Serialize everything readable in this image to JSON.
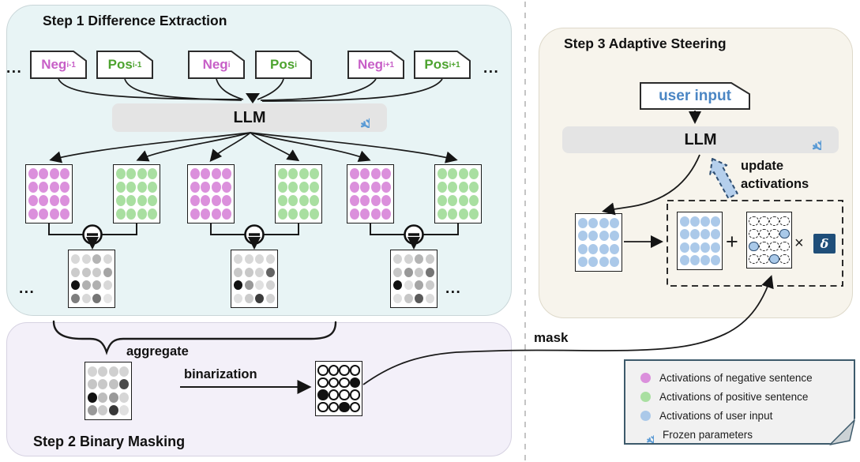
{
  "step1": {
    "title": "Step 1 Difference Extraction",
    "ellipsis": "...",
    "llm_label": "LLM",
    "docs": [
      {
        "prefix": "Neg",
        "sub": "i-1",
        "color": "#c75fc7"
      },
      {
        "prefix": "Pos",
        "sub": "i-1",
        "color": "#4da32f"
      },
      {
        "prefix": "Neg",
        "sub": "i",
        "color": "#c75fc7"
      },
      {
        "prefix": "Pos",
        "sub": "i",
        "color": "#4da32f"
      },
      {
        "prefix": "Neg",
        "sub": "i+1",
        "color": "#c75fc7"
      },
      {
        "prefix": "Pos",
        "sub": "i+1",
        "color": "#4da32f"
      }
    ],
    "matrices": [
      {
        "fill": "#db90dc"
      },
      {
        "fill": "#a9dfa1"
      },
      {
        "fill": "#db90dc"
      },
      {
        "fill": "#a9dfa1"
      },
      {
        "fill": "#db90dc"
      },
      {
        "fill": "#a9dfa1"
      }
    ],
    "diff_matrices": [
      [
        "#d8d8d8",
        "#d8d8d8",
        "#b4b4b4",
        "#d8d8d8",
        "#cbcbcb",
        "#c6c6c6",
        "#cbcbcb",
        "#a5a5a5",
        "#111111",
        "#b0b0b0",
        "#b0b0b0",
        "#d8d8d8",
        "#7e7e7e",
        "#d8d8d8",
        "#757575",
        "#e5e5e5"
      ],
      [
        "#d8d8d8",
        "#d8d8d8",
        "#d8d8d8",
        "#d8d8d8",
        "#c8c8c8",
        "#c8c8c8",
        "#d3d3d3",
        "#646464",
        "#111111",
        "#989898",
        "#e0e0e0",
        "#d3d3d3",
        "#e0e0e0",
        "#cbcbcb",
        "#3c3c3c",
        "#d3d3d3"
      ],
      [
        "#d3d3d3",
        "#d3d3d3",
        "#b4b4b4",
        "#cbcbcb",
        "#c6c6c6",
        "#989898",
        "#c6c6c6",
        "#757575",
        "#111111",
        "#e0e0e0",
        "#a5a5a5",
        "#cbcbcb",
        "#e0e0e0",
        "#c6c6c6",
        "#5a5a5a",
        "#dcdcdc"
      ]
    ]
  },
  "step2": {
    "title": "Step 2 Binary Masking",
    "aggregate_label": "aggregate",
    "binarization_label": "binarization",
    "mask_label": "mask",
    "aggregated_matrix": [
      "#d4d4d4",
      "#cfcfcf",
      "#cfcfcf",
      "#d4d4d4",
      "#c6c6c6",
      "#c9c9c9",
      "#c2c2c2",
      "#4a4a4a",
      "#111111",
      "#bdbdbd",
      "#999999",
      "#d6d6d6",
      "#999999",
      "#cbcbcb",
      "#383838",
      "#e0e0e0"
    ],
    "binary_matrix": [
      "O",
      "O",
      "O",
      "O",
      "O",
      "O",
      "O",
      "X",
      "X",
      "O",
      "O",
      "O",
      "O",
      "O",
      "X",
      "O"
    ]
  },
  "step3": {
    "title": "Step 3 Adaptive Steering",
    "user_input_label": "user input",
    "llm_label": "LLM",
    "update_label_line1": "update",
    "update_label_line2": "activations",
    "plus_sign": "+",
    "times_sign": "×",
    "delta_symbol": "δ",
    "user_matrix": {
      "fill": "#abc9e9"
    },
    "steered_matrix": {
      "fill": "#abc9e9"
    },
    "masked_matrix": [
      "D",
      "D",
      "D",
      "D",
      "D",
      "D",
      "D",
      "B",
      "B",
      "D",
      "D",
      "D",
      "D",
      "D",
      "B",
      "D"
    ]
  },
  "legend": {
    "items": [
      {
        "swatch": "dot",
        "color": "#db90dc",
        "label": "Activations of negative sentence"
      },
      {
        "swatch": "dot",
        "color": "#a9dfa1",
        "label": "Activations of positive sentence"
      },
      {
        "swatch": "dot",
        "color": "#abc9e9",
        "label": "Activations of user input"
      },
      {
        "swatch": "snowflake",
        "color": "#5b9bd5",
        "label": "Frozen parameters"
      }
    ]
  },
  "colors": {
    "accent_blue": "#4b86c4",
    "snowflake": "#5b9bd5",
    "delta_bg": "#1f4e79",
    "negative": "#db90dc",
    "positive": "#a9dfa1",
    "user": "#abc9e9"
  }
}
